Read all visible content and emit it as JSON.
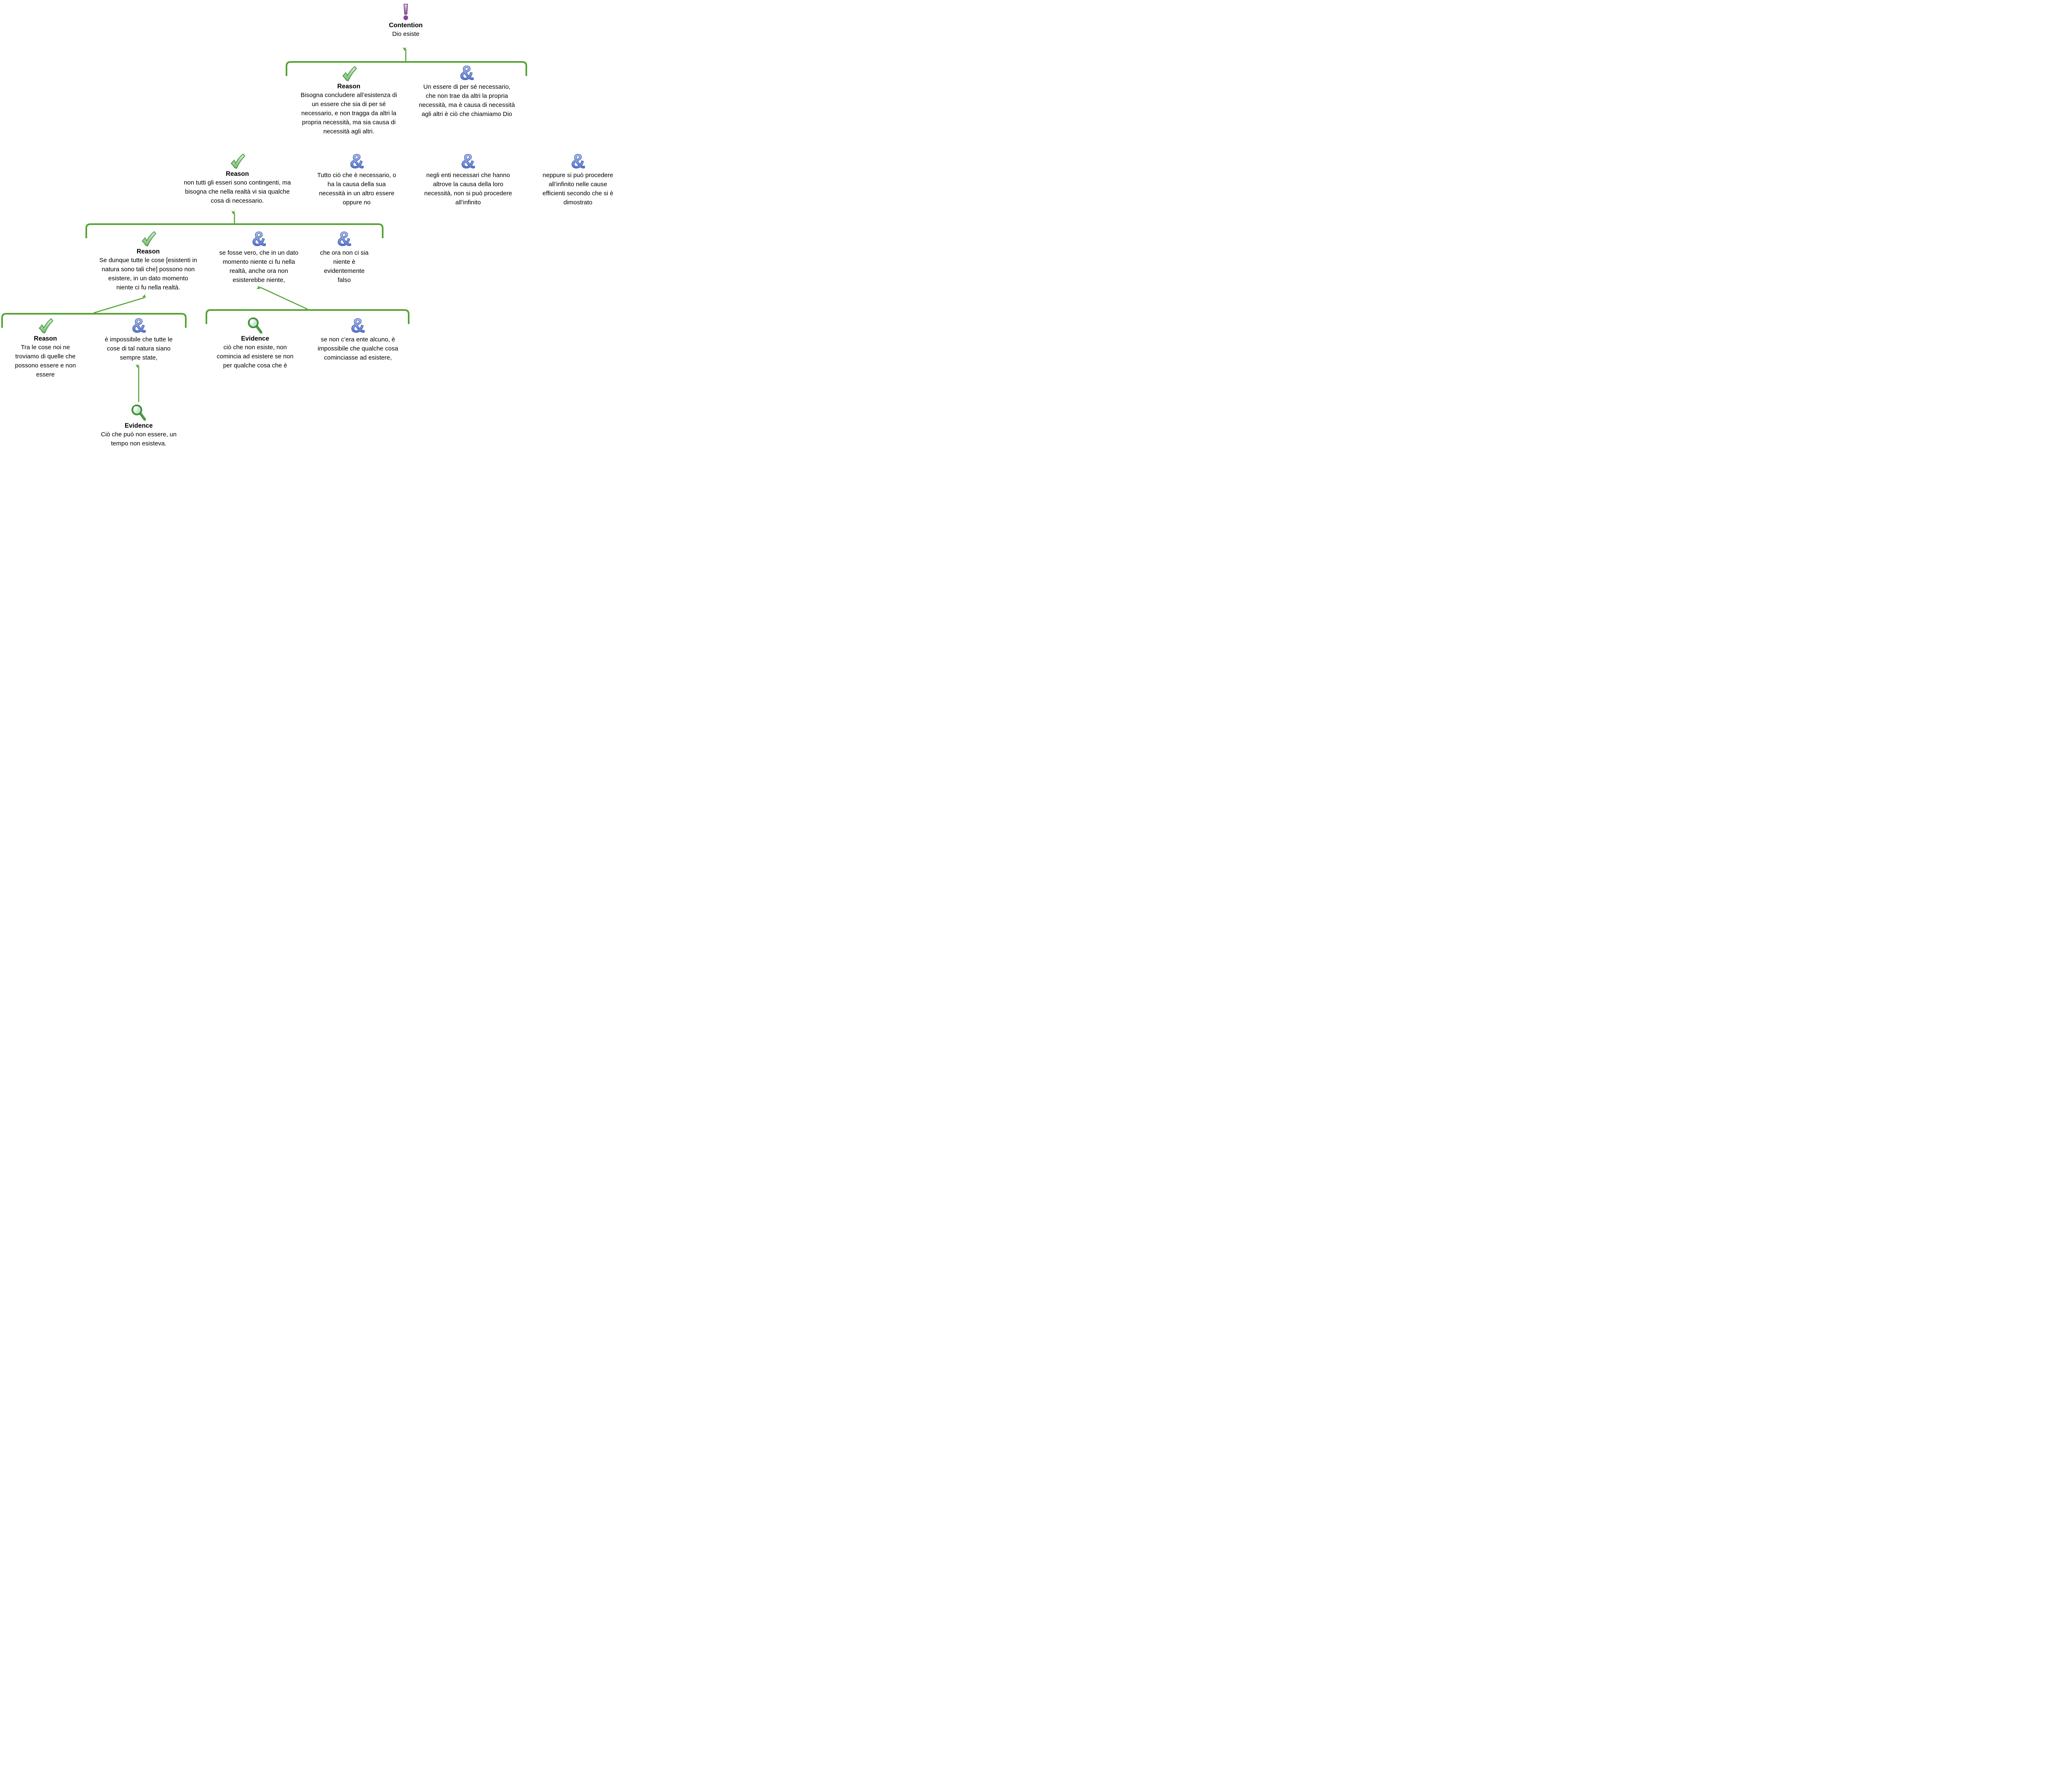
{
  "diagram": {
    "tool": "argument-map",
    "contention_title": "Contention",
    "reason_title": "Reason",
    "evidence_title": "Evidence"
  },
  "colors": {
    "connector_green": "#56a333",
    "check_green": "#7ec878",
    "and_blue": "#3a5ec4",
    "contention_purple": "#8a4a9d"
  },
  "nodes": {
    "contention": {
      "label": "Contention",
      "icon": "exclamation-icon",
      "text": "Dio esiste"
    },
    "reason1": {
      "label": "Reason",
      "icon": "checkmark-icon",
      "text": "Bisogna concludere all’esistenza di\nun essere che sia di per sé\nnecessario, e non tragga da altri la\npropria necessità, ma sia causa di\nnecessità agli altri."
    },
    "and1": {
      "icon": "ampersand-icon",
      "text": "Un essere di per sé necessario,\nche non  trae da altri la propria\nnecessità, ma è causa di necessità\nagli altri è ciò che chiamiamo Dio"
    },
    "reason2": {
      "label": "Reason",
      "icon": "checkmark-icon",
      "text": "non tutti gli esseri sono contingenti, ma\nbisogna che nella realtà vi sia qualche\ncosa di necessario."
    },
    "and2a": {
      "icon": "ampersand-icon",
      "text": "Tutto ciò che è necessario, o\nha la causa della sua\nnecessità in un altro essere\noppure no"
    },
    "and2b": {
      "icon": "ampersand-icon",
      "text": "negli enti necessari che hanno\naltrove la causa della loro\nnecessità, non si può procedere\nall’infinito"
    },
    "and2c": {
      "icon": "ampersand-icon",
      "text": "neppure si può procedere\nall’infinito nelle cause\nefficienti secondo che si è\ndimostrato"
    },
    "reason3": {
      "label": "Reason",
      "icon": "checkmark-icon",
      "text": "Se dunque tutte le cose [esistenti in\nnatura sono tali che] possono non\nesistere, in un dato momento\nniente ci fu nella realtà."
    },
    "and3a": {
      "icon": "ampersand-icon",
      "text": "se fosse vero, che in un dato\nmomento niente ci fu nella\nrealtà, anche ora non\nesisterebbe niente,"
    },
    "and3b": {
      "icon": "ampersand-icon",
      "text": "che ora non ci sia\nniente è\nevidentemente\nfalso"
    },
    "reason4": {
      "label": "Reason",
      "icon": "checkmark-icon",
      "text": "Tra le cose noi ne\ntroviamo di quelle che\npossono essere e non\nessere"
    },
    "and4": {
      "icon": "ampersand-icon",
      "text": "è impossibile che tutte le\ncose di tal natura siano\nsempre state,"
    },
    "evidence1": {
      "label": "Evidence",
      "icon": "magnifier-icon",
      "text": "ciò che non esiste, non\ncomincia ad esistere se non\nper qualche cosa che è"
    },
    "and5": {
      "icon": "ampersand-icon",
      "text": "se non c’era ente alcuno, è\nimpossibile che qualche cosa\ncominciasse ad esistere,"
    },
    "evidence2": {
      "label": "Evidence",
      "icon": "magnifier-icon",
      "text": "Ciò che può non essere, un\ntempo non esisteva."
    }
  }
}
